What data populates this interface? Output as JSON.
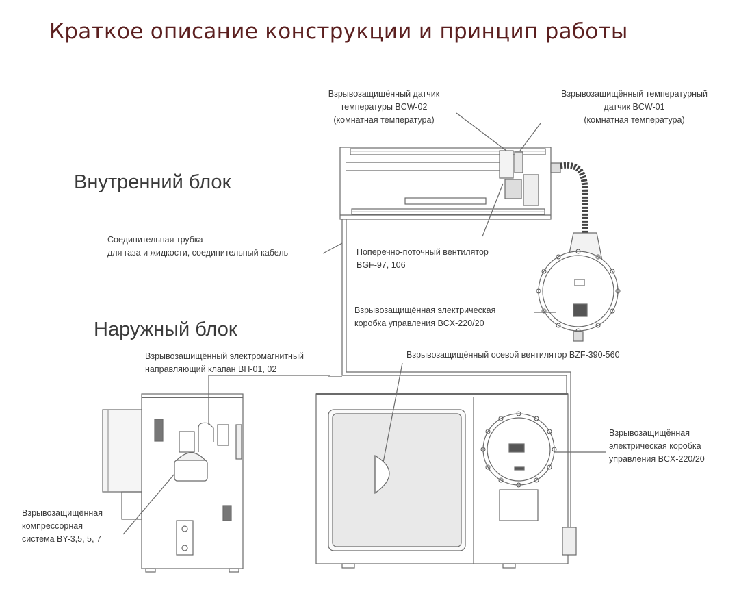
{
  "title": "Краткое описание конструкции и принцип работы",
  "blocks": {
    "indoor": "Внутренний блок",
    "outdoor": "Наружный блок"
  },
  "labels": {
    "bcw02": [
      "Взрывозащищённый датчик",
      "температуры BCW-02",
      "(комнатная температура)"
    ],
    "bcw01": [
      "Взрывозащищённый температурный",
      "датчик BCW-01",
      "(комнатная температура)"
    ],
    "pipe": [
      "Соединительная трубка",
      "для газа и жидкости, соединительный кабель"
    ],
    "fan_cross": [
      "Поперечно-поточный вентилятор",
      "BGF-97, 106"
    ],
    "box_indoor": [
      "Взрывозащищённая электрическая",
      "коробка управления BCX-220/20"
    ],
    "valve": [
      "Взрывозащищённый электромагнитный",
      "направляющий клапан BH-01, 02"
    ],
    "fan_axial": [
      "Взрывозащищённый осевой вентилятор BZF-390-560"
    ],
    "box_outdoor": [
      "Взрывозащищённая",
      "электрическая коробка",
      "управления BCX-220/20"
    ],
    "compressor": [
      "Взрывозащищённая",
      "компрессорная",
      "система BY-3,5, 5, 7"
    ]
  }
}
